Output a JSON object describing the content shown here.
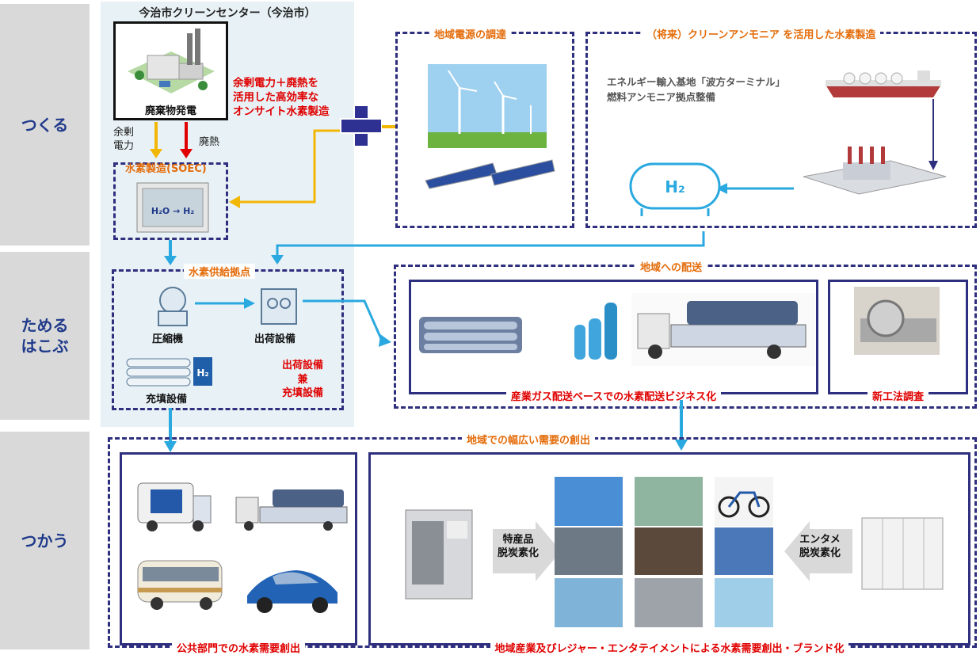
{
  "side_labels": {
    "make": "つくる",
    "store": "ためる\nはこぶ",
    "use": "つかう"
  },
  "center": {
    "title": "今治市クリーンセンター（今治市）",
    "plant_label": "廃棄物発電",
    "surplus": "余剰\n電力",
    "heat": "廃熱",
    "soec": "水素製造(SOEC)",
    "onsite": "余剰電力＋廃熱を\n活用した高効率な\nオンサイト水素製造",
    "h2o_h2": "H₂O → H₂",
    "supply_base": "水素供給拠点",
    "compressor": "圧縮機",
    "shipping": "出荷設備",
    "filling": "充填設備",
    "combo": "出荷設備\n兼\n充填設備",
    "h2_badge": "H₂"
  },
  "local_power": {
    "label": "地域電源の調達"
  },
  "ammonia": {
    "label": "（将来）クリーンアンモニア を活用した水素製造",
    "desc": "エネルギー輸入基地「波方ターミナル」\n燃料アンモニア拠点整備",
    "tank": "H₂"
  },
  "delivery": {
    "label": "地域への配送",
    "industrial": "産業ガス配送ベースでの水素配送ビジネス化",
    "new_law": "新工法調査"
  },
  "demand": {
    "label": "地域での幅広い需要の創出",
    "public": "公共部門での水素需要創出",
    "industry": "地域産業及びレジャー・エンタテイメントによる水素需要創出・ブランド化",
    "specialty": "特産品\n脱炭素化",
    "entame": "エンタメ\n脱炭素化"
  },
  "colors": {
    "navy": "#2f2f7f",
    "orange": "#e46c0a",
    "red": "#e00000",
    "blue_arrow": "#2aa9e0",
    "yellow_arrow": "#f2b705",
    "plus": "#2e3192"
  }
}
